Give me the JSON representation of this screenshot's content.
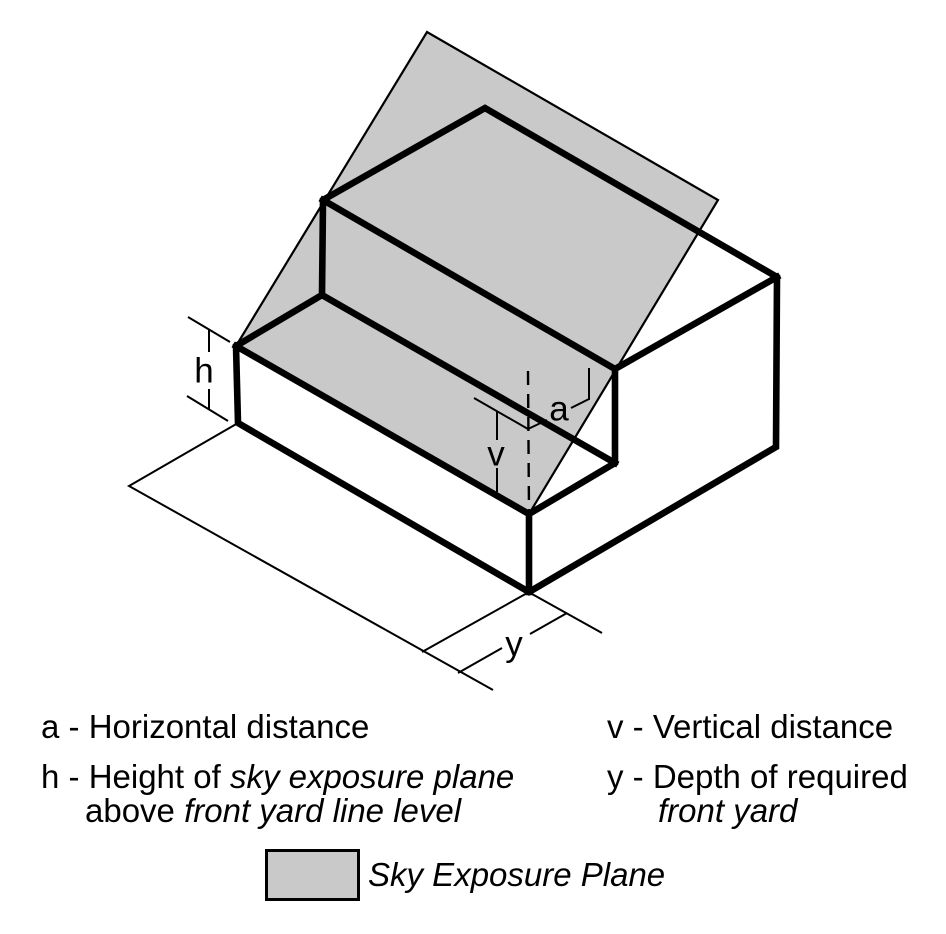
{
  "colors": {
    "background": "#ffffff",
    "line": "#000000",
    "plane_gray": "#c9c9c9",
    "text": "#000000"
  },
  "diagram": {
    "labels": {
      "h": "h",
      "a": "a",
      "v": "v",
      "y": "y"
    }
  },
  "legend": {
    "items": {
      "a": {
        "symbol": "a",
        "sep": " - ",
        "text": "Horizontal distance"
      },
      "v": {
        "symbol": "v",
        "sep": " - ",
        "text": "Vertical distance"
      },
      "h": {
        "symbol": "h",
        "sep": " - ",
        "line1_plain": "Height of ",
        "line1_italic": "sky exposure plane",
        "line2_plain": "above ",
        "line2_italic": "front yard line level"
      },
      "y": {
        "symbol": "y",
        "sep": " - ",
        "line1_plain": "Depth of required",
        "line2_italic": "front yard"
      }
    },
    "key": {
      "label": "Sky Exposure Plane"
    }
  }
}
